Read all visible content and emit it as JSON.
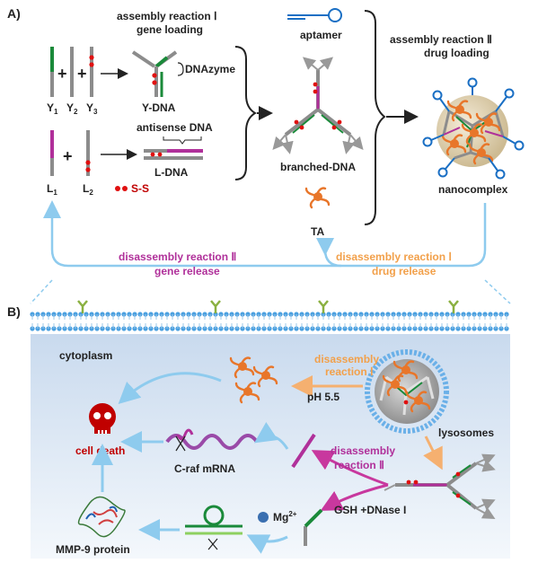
{
  "panel_a": {
    "label": "A)",
    "assembly_1": "assembly reaction Ⅰ",
    "gene_loading": "gene loading",
    "assembly_2": "assembly reaction Ⅱ",
    "drug_loading": "drug loading",
    "aptamer": "aptamer",
    "dnazyme": "DNAzyme",
    "y_dna": "Y-DNA",
    "antisense": "antisense DNA",
    "l_dna": "L-DNA",
    "branched": "branched-DNA",
    "nanocomplex": "nanocomplex",
    "ta": "TA",
    "ss_legend": "S-S",
    "y1": "Y",
    "y1_sub": "1",
    "y2": "Y",
    "y2_sub": "2",
    "y3": "Y",
    "y3_sub": "3",
    "l1": "L",
    "l1_sub": "1",
    "l2": "L",
    "l2_sub": "2",
    "plus": "+",
    "disassembly_2": "disassembly reaction Ⅱ",
    "gene_release": "gene release",
    "disassembly_1": "disassembly reaction Ⅰ",
    "drug_release": "drug release"
  },
  "panel_b": {
    "label": "B)",
    "cytoplasm": "cytoplasm",
    "disassembly_1a": "disassembly",
    "disassembly_1b": "reaction Ⅰ",
    "ph": "pH 5.5",
    "lysosomes": "lysosomes",
    "cell_death": "cell death",
    "craf": "C-raf mRNA",
    "disassembly_2a": "disassembly",
    "disassembly_2b": "reaction Ⅱ",
    "gsh": "GSH +DNase I",
    "mg": "Mg",
    "mg_sup": "2+",
    "mmp": "MMP-9 protein"
  },
  "colors": {
    "gray": "#8c8c8c",
    "green": "#1a8a3a",
    "magenta": "#b0309a",
    "red": "#e01010",
    "blue_arrow": "#8ecbee",
    "orange_arrow": "#f5b070",
    "pink_arrow": "#c8389e",
    "membrane_blue": "#4aa0e0",
    "cytoplasm_bg": "#dde8f4",
    "drug_orange": "#e8762a"
  }
}
